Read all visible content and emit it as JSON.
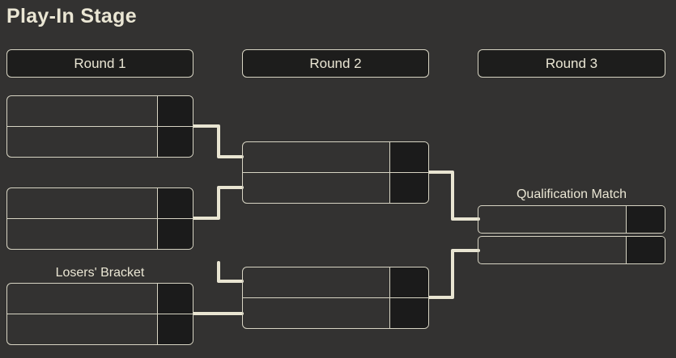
{
  "title": "Play-In Stage",
  "rounds": [
    {
      "label": "Round 1"
    },
    {
      "label": "Round 2"
    },
    {
      "label": "Round 3"
    }
  ],
  "bracket": {
    "losers_bracket_label": "Losers' Bracket",
    "qualification_match_label": "Qualification Match",
    "matches": [
      {
        "id": "round1-match1",
        "slots": [
          {
            "name": "",
            "score": ""
          },
          {
            "name": "",
            "score": ""
          }
        ]
      },
      {
        "id": "round1-match2",
        "slots": [
          {
            "name": "",
            "score": ""
          },
          {
            "name": "",
            "score": ""
          }
        ]
      },
      {
        "id": "losers-bracket-match",
        "slots": [
          {
            "name": "",
            "score": ""
          },
          {
            "name": "",
            "score": ""
          }
        ]
      },
      {
        "id": "round2-match1",
        "slots": [
          {
            "name": "",
            "score": ""
          },
          {
            "name": "",
            "score": ""
          }
        ]
      },
      {
        "id": "round2-match2",
        "slots": [
          {
            "name": "",
            "score": ""
          },
          {
            "name": "",
            "score": ""
          }
        ]
      },
      {
        "id": "qualification-match",
        "slots": [
          {
            "name": "",
            "score": ""
          },
          {
            "name": "",
            "score": ""
          }
        ]
      }
    ]
  },
  "colors": {
    "background": "#333231",
    "line": "#e9e5d2",
    "border": "#d7d4c3",
    "score_cell_fill": "#1b1b1b",
    "header_fill": "#1d1d1c",
    "text": "#eae6d4"
  }
}
